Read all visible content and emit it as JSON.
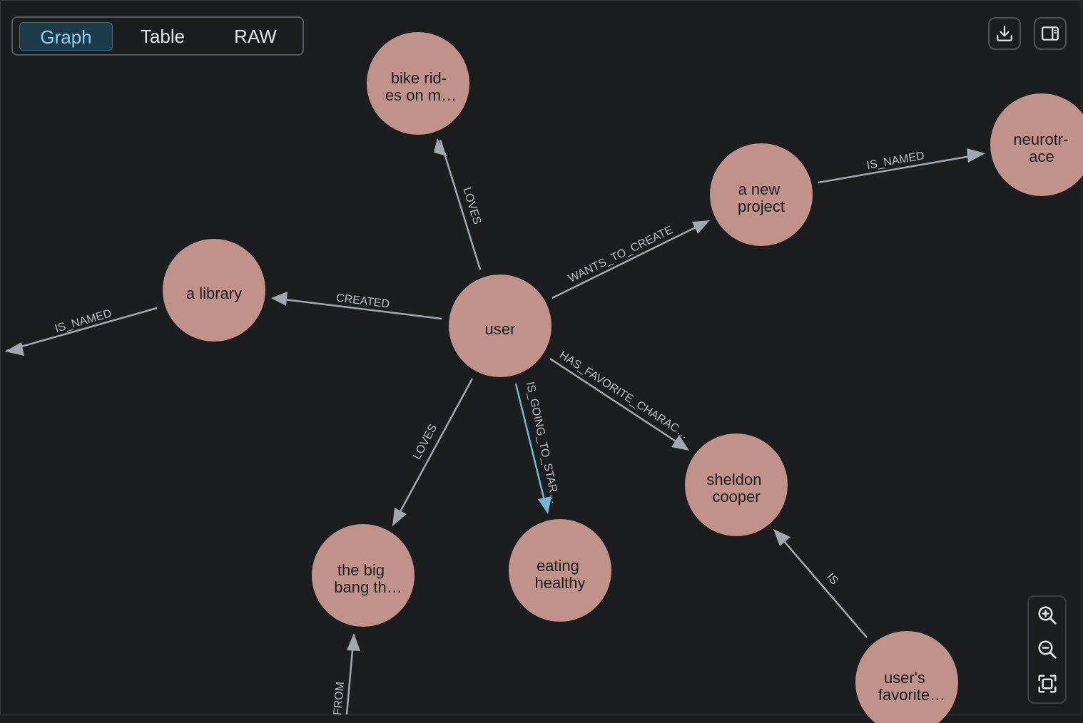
{
  "view_tabs": {
    "graph": "Graph",
    "table": "Table",
    "raw": "RAW",
    "active": "Graph"
  },
  "toolbar": {
    "download_icon": "download-icon",
    "panel_icon": "side-panel-icon"
  },
  "zoom_controls": {
    "zoom_in_icon": "zoom-in-icon",
    "zoom_out_icon": "zoom-out-icon",
    "fit_icon": "fit-to-screen-icon"
  },
  "colors": {
    "background": "#1c1d1f",
    "node_fill": "#c0928a",
    "edge": "#a3a7ae",
    "edge_highlight": "#6fb7d3",
    "active_tab_bg": "#1d3a4b",
    "active_tab_text": "#8fd2ef"
  },
  "graph": {
    "nodes": {
      "bike_rides": {
        "lines": [
          "bike rid-",
          "es on m…"
        ]
      },
      "neurotrace": {
        "lines": [
          "neurotr-",
          "ace"
        ]
      },
      "new_project": {
        "lines": [
          "a new",
          "project"
        ]
      },
      "library": {
        "lines": [
          "a library"
        ]
      },
      "user": {
        "lines": [
          "user"
        ]
      },
      "sheldon": {
        "lines": [
          "sheldon",
          "cooper"
        ]
      },
      "big_bang": {
        "lines": [
          "the big",
          "bang th…"
        ]
      },
      "eating": {
        "lines": [
          "eating",
          "healthy"
        ]
      },
      "users_favorite": {
        "lines": [
          "user's",
          "favorite…"
        ]
      }
    },
    "edges": {
      "loves_bike": "LOVES",
      "is_named_neuro": "IS_NAMED",
      "wants_to_create": "WANTS_TO_CREATE",
      "created": "CREATED",
      "is_named_library": "IS_NAMED",
      "has_favorite_character": "HAS_FAVORITE_CHARAC…",
      "is_going_to_start": "IS_GOING_TO_STAR…",
      "loves_bigbang": "LOVES",
      "is": "IS",
      "from": "FROM"
    }
  }
}
